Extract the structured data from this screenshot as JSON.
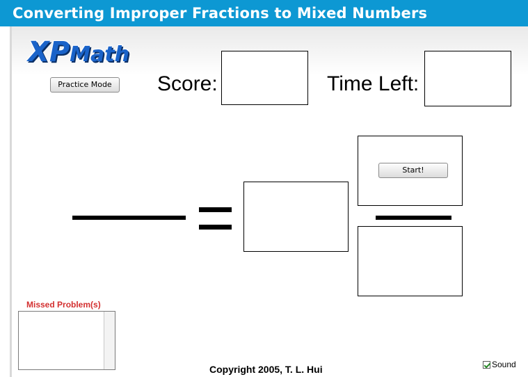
{
  "header": {
    "title": "Converting Improper Fractions to Mixed Numbers"
  },
  "logo": {
    "xp": "XP",
    "math": "Math"
  },
  "buttons": {
    "practice_mode": "Practice Mode",
    "start": "Start!"
  },
  "score": {
    "label": "Score:",
    "value": ""
  },
  "timer": {
    "label": "Time Left:",
    "value": ""
  },
  "missed": {
    "label": "Missed Problem(s)",
    "items": []
  },
  "footer": {
    "copyright": "Copyright 2005, T. L. Hui"
  },
  "sound": {
    "label": "Sound",
    "checked": true
  },
  "colors": {
    "title_bar": "#0d98d3",
    "missed_label": "#d32f2f",
    "logo": "#1a63c9"
  }
}
